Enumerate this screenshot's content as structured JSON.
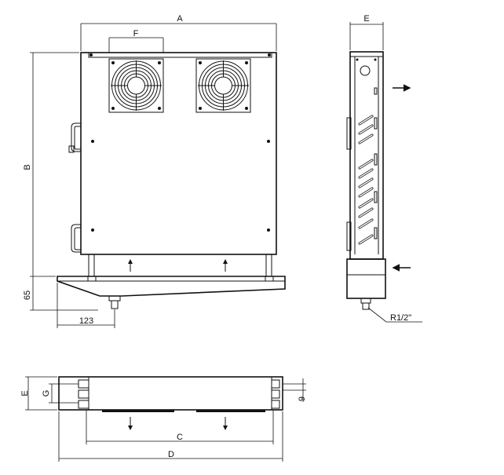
{
  "drawing": {
    "dimensions": {
      "A": "A",
      "B": "B",
      "E_side": "E",
      "F": "F",
      "C": "C",
      "D": "D",
      "E_bottom": "E",
      "G": "G",
      "h65": "65",
      "w123": "123",
      "h9": "9",
      "thread": "R1/2\""
    },
    "fans": {
      "count": 2
    },
    "airflow": {
      "intake": "up",
      "side_exhaust": "right",
      "side_intake": "left",
      "bottom": "down"
    }
  }
}
